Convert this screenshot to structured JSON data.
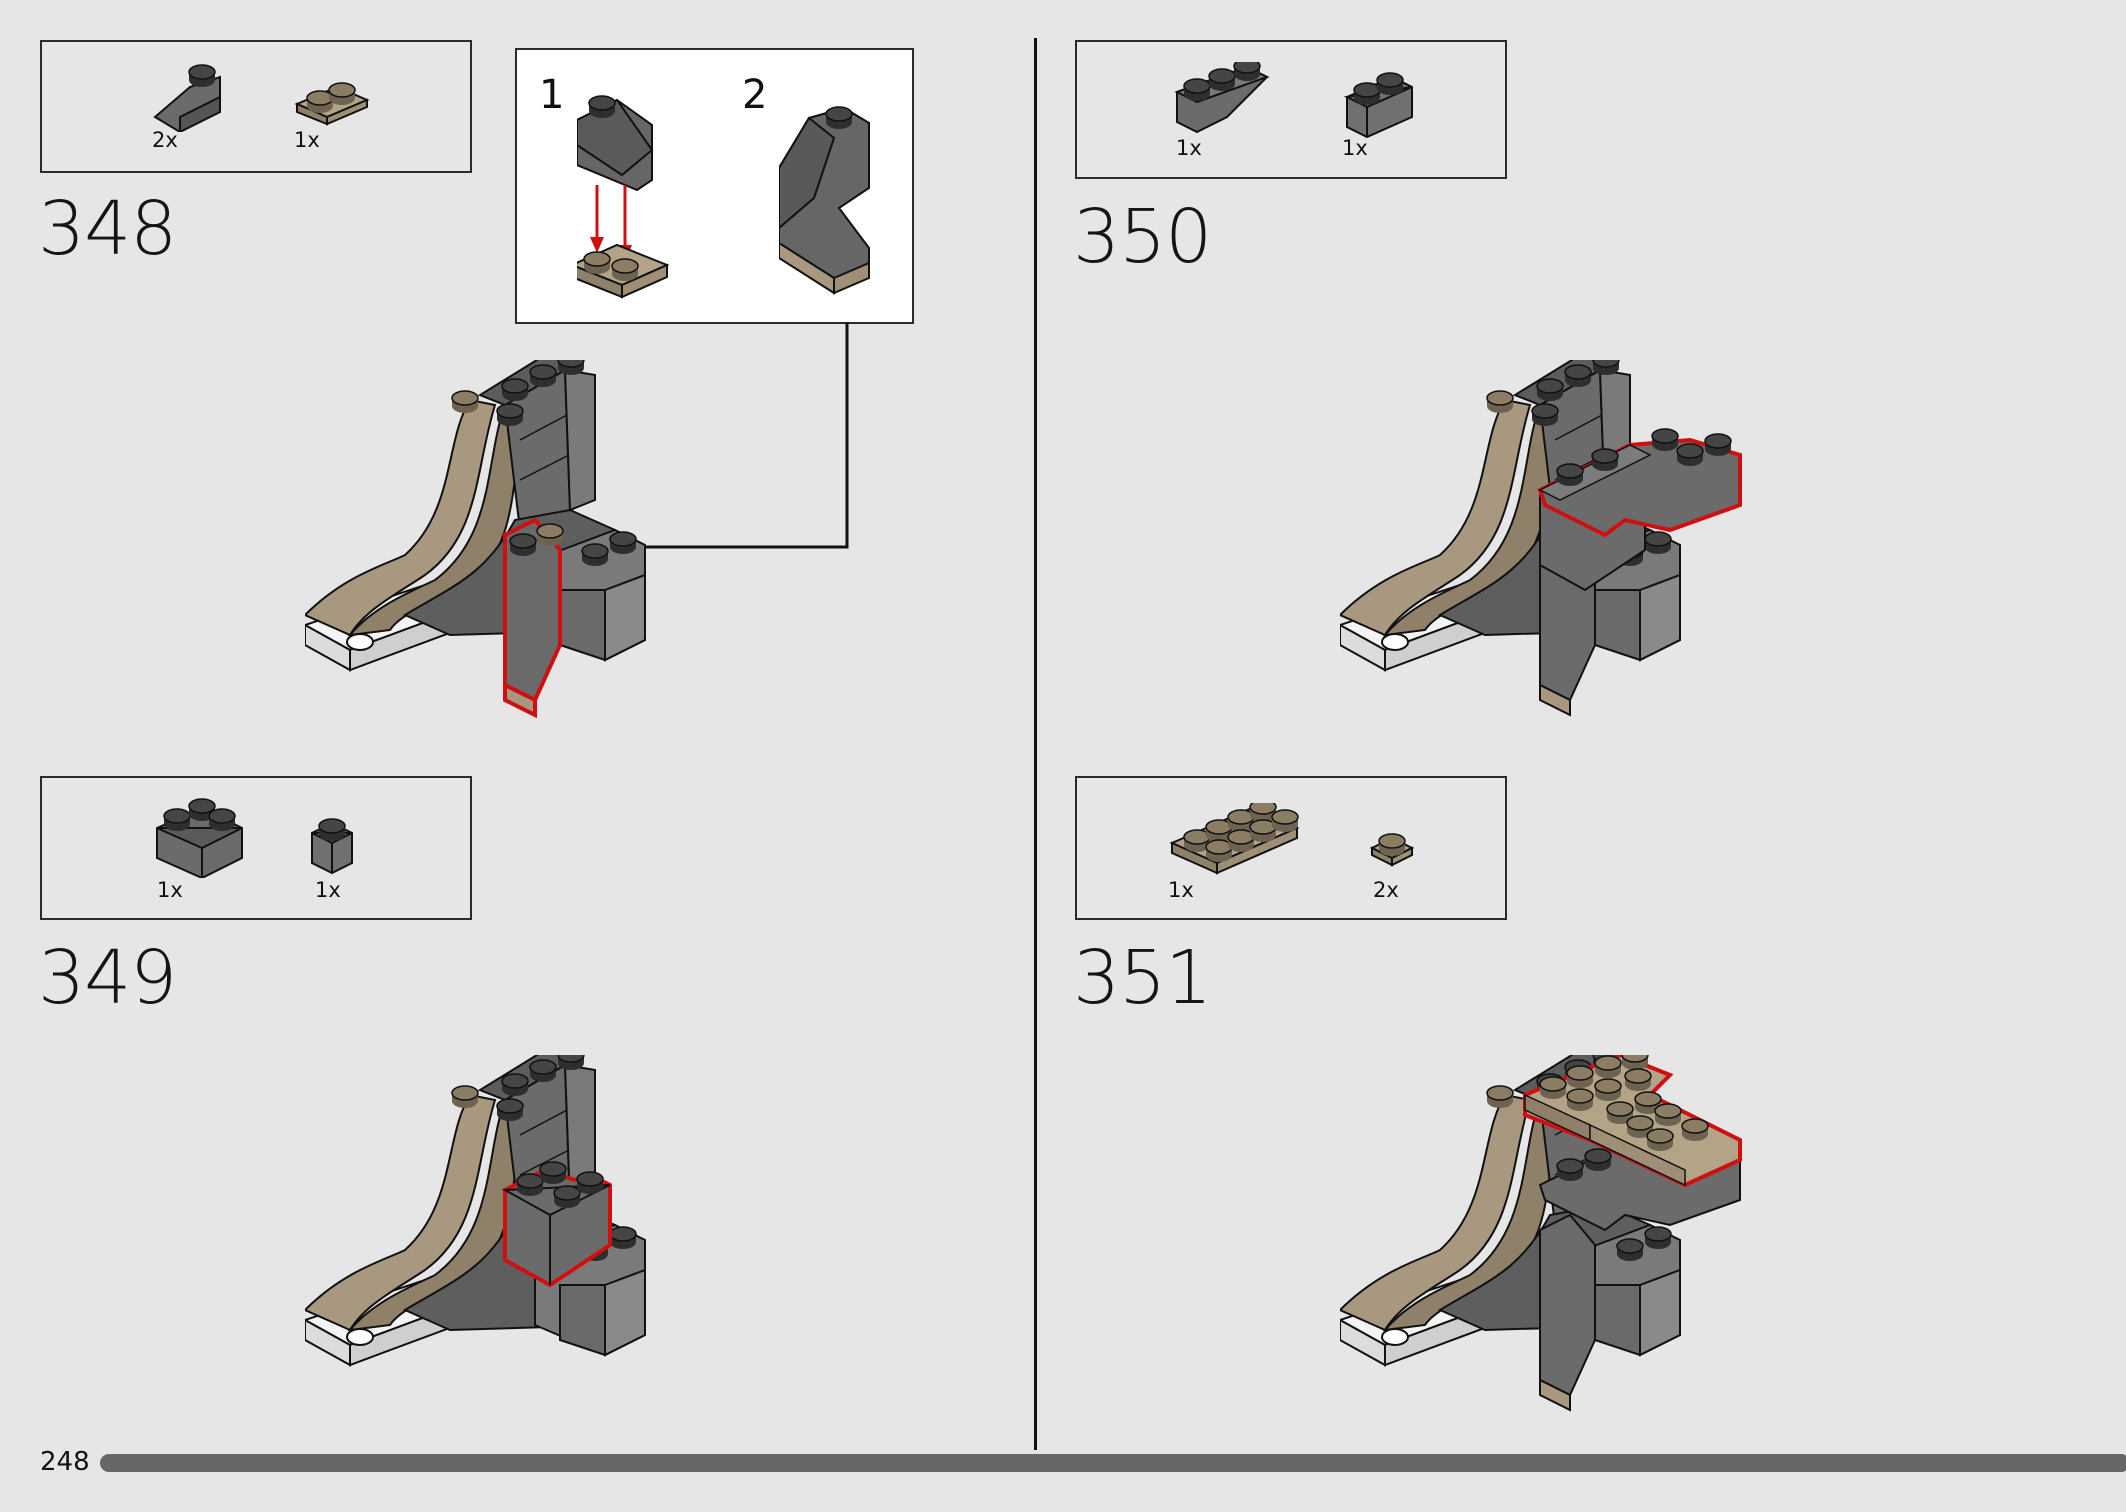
{
  "page": {
    "number": "248"
  },
  "steps": [
    {
      "number": "348",
      "parts": [
        {
          "qty": "2x",
          "part": "dark-gray-slope-2x1"
        },
        {
          "qty": "1x",
          "part": "tan-plate-1x2"
        }
      ],
      "callout": {
        "substeps": [
          "1",
          "2"
        ]
      }
    },
    {
      "number": "349",
      "parts": [
        {
          "qty": "1x",
          "part": "dark-gray-corner-slope-2x2"
        },
        {
          "qty": "1x",
          "part": "dark-gray-brick-1x1"
        }
      ]
    },
    {
      "number": "350",
      "parts": [
        {
          "qty": "1x",
          "part": "dark-gray-inverted-slope-1x3"
        },
        {
          "qty": "1x",
          "part": "dark-gray-brick-1x2"
        }
      ]
    },
    {
      "number": "351",
      "parts": [
        {
          "qty": "1x",
          "part": "tan-plate-2x4"
        },
        {
          "qty": "2x",
          "part": "tan-plate-1x1"
        }
      ]
    }
  ],
  "colors": {
    "background": "#e6e6e6",
    "dark_gray": "#6b6b6b",
    "tan": "#a89880",
    "highlight": "#d01010",
    "progress": "#676767"
  }
}
